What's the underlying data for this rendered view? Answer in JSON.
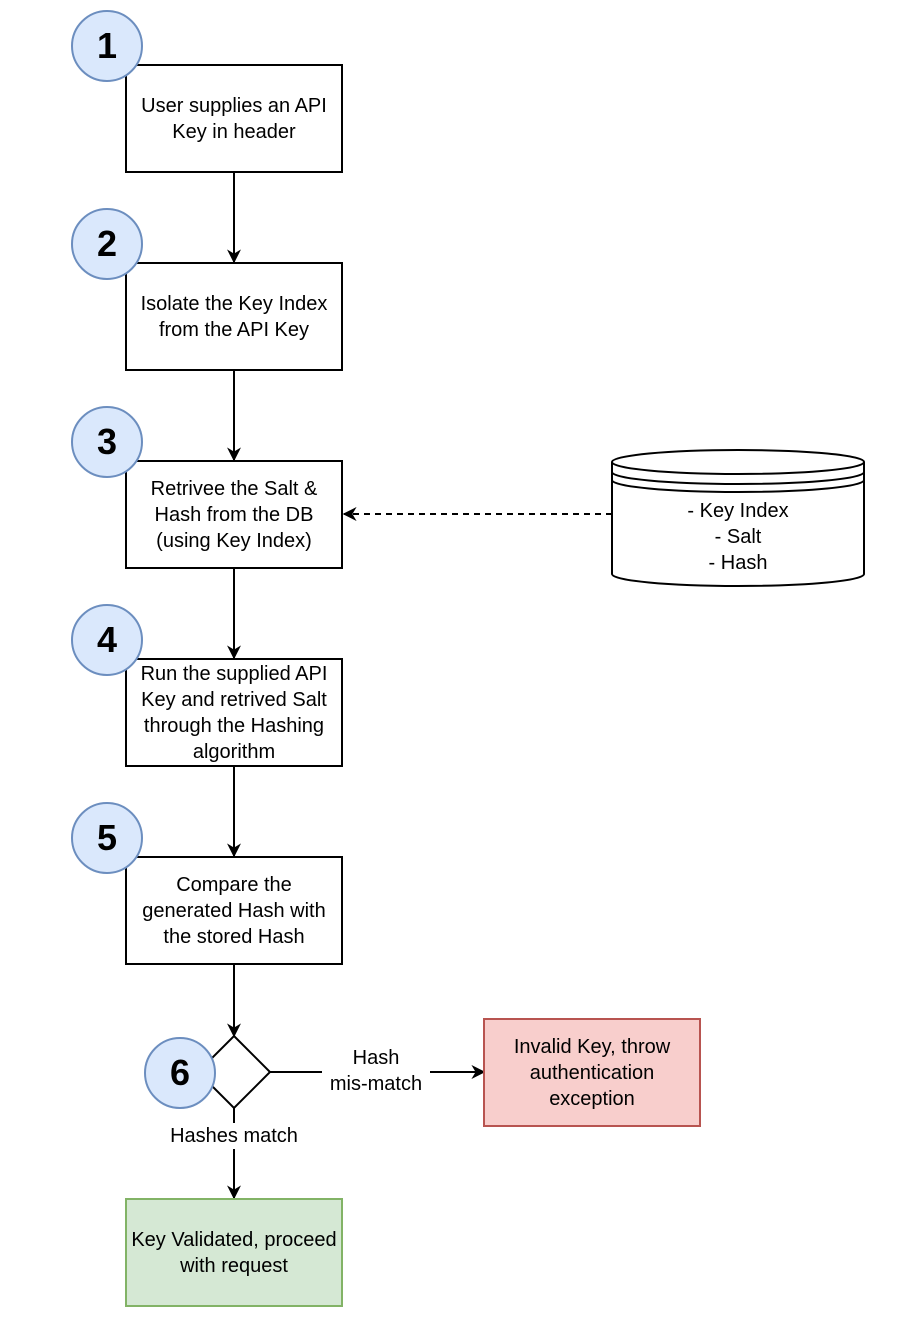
{
  "steps": [
    {
      "number": "1",
      "text": "User supplies an API Key in header"
    },
    {
      "number": "2",
      "text": "Isolate the Key Index from the API Key"
    },
    {
      "number": "3",
      "text": "Retrivee the Salt & Hash from the DB (using Key Index)"
    },
    {
      "number": "4",
      "text": "Run the supplied API Key and retrived Salt through the Hashing algorithm"
    },
    {
      "number": "5",
      "text": "Compare the generated Hash with the stored Hash"
    }
  ],
  "decision": {
    "number": "6"
  },
  "database": {
    "lines": [
      "- Key Index",
      "- Salt",
      "- Hash"
    ]
  },
  "edges": {
    "mismatch_line1": "Hash",
    "mismatch_line2": "mis-match",
    "match": "Hashes match"
  },
  "outcomes": {
    "invalid": "Invalid Key, throw authentication exception",
    "valid": "Key Validated, proceed with request"
  },
  "colors": {
    "badge_fill": "#dae8fc",
    "badge_stroke": "#6c8ebf",
    "invalid_fill": "#f8cecc",
    "invalid_stroke": "#b85450",
    "valid_fill": "#d5e8d4",
    "valid_stroke": "#82b366"
  }
}
